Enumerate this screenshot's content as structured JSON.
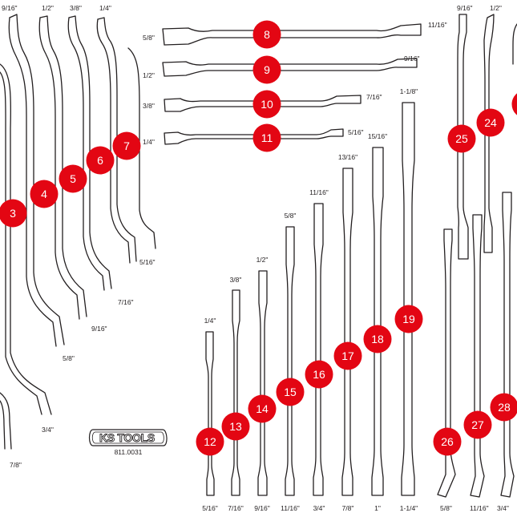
{
  "badge_color": "#e30613",
  "outline_color": "#231f20",
  "logo": {
    "brand": "KS TOOLS",
    "part_number": "811.0031"
  },
  "left_bent": [
    {
      "number": "3",
      "top": "",
      "bottom": "7/8\""
    },
    {
      "number": "4",
      "top": "9/16\"",
      "bottom": "3/4\""
    },
    {
      "number": "5",
      "top": "1/2\"",
      "bottom": "5/8\""
    },
    {
      "number": "6",
      "top": "3/8\"",
      "bottom": "9/16\""
    },
    {
      "number": "7",
      "top": "1/4\"",
      "bottom": "7/16\""
    },
    {
      "number": "",
      "top": "",
      "bottom": "5/16\""
    }
  ],
  "horizontal": [
    {
      "number": "8",
      "left": "5/8\"",
      "right": "11/16\""
    },
    {
      "number": "9",
      "left": "1/2\"",
      "right": "9/16\""
    },
    {
      "number": "10",
      "left": "3/8\"",
      "right": "7/16\""
    },
    {
      "number": "11",
      "left": "1/4\"",
      "right": "5/16\""
    }
  ],
  "vertical": [
    {
      "number": "12",
      "top": "1/4\"",
      "bottom": "5/16\""
    },
    {
      "number": "13",
      "top": "3/8\"",
      "bottom": "7/16\""
    },
    {
      "number": "14",
      "top": "1/2\"",
      "bottom": "9/16\""
    },
    {
      "number": "15",
      "top": "5/8\"",
      "bottom": "11/16\""
    },
    {
      "number": "16",
      "top": "11/16\"",
      "bottom": "3/4\""
    },
    {
      "number": "17",
      "top": "13/16\"",
      "bottom": "7/8\""
    },
    {
      "number": "18",
      "top": "15/16\"",
      "bottom": "1\""
    },
    {
      "number": "19",
      "top": "1-1/8\"",
      "bottom": "1-1/4\""
    }
  ],
  "right_bent": [
    {
      "number": "25",
      "top": "9/16\"",
      "bottom": ""
    },
    {
      "number": "24",
      "top": "1/2\"",
      "bottom": ""
    },
    {
      "number": "26",
      "top": "",
      "bottom": "5/8\""
    },
    {
      "number": "27",
      "top": "",
      "bottom": "11/16\""
    },
    {
      "number": "28",
      "top": "",
      "bottom": "3/4\""
    }
  ]
}
